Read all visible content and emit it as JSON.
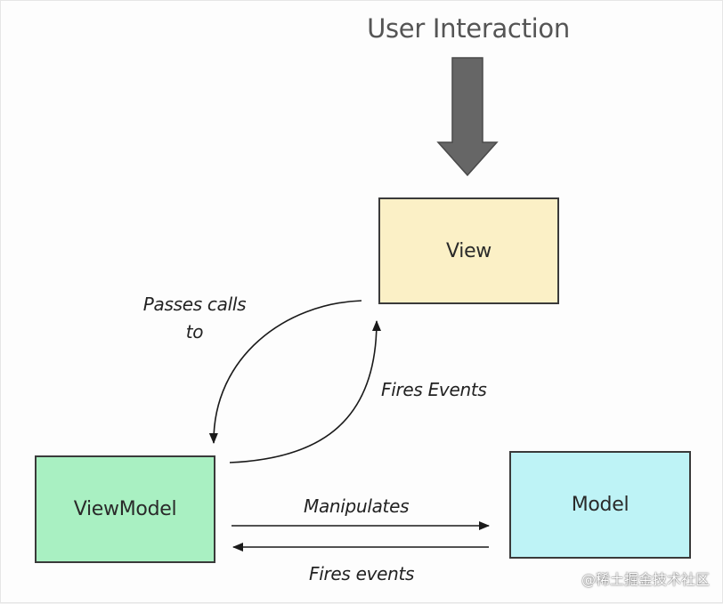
{
  "diagram": {
    "top_label": "User Interaction",
    "nodes": {
      "view": "View",
      "viewmodel": "ViewModel",
      "model": "Model"
    },
    "edges": {
      "passes_calls": "Passes calls to",
      "fires_events_up": "Fires Events",
      "manipulates": "Manipulates",
      "fires_events_down": "Fires events"
    }
  },
  "watermark": "@稀土掘金技术社区",
  "colors": {
    "view_fill": "#fbf0c6",
    "viewmodel_fill": "#a9f0c2",
    "model_fill": "#bef3f6",
    "input_arrow": "#666666",
    "stroke": "#222222"
  }
}
